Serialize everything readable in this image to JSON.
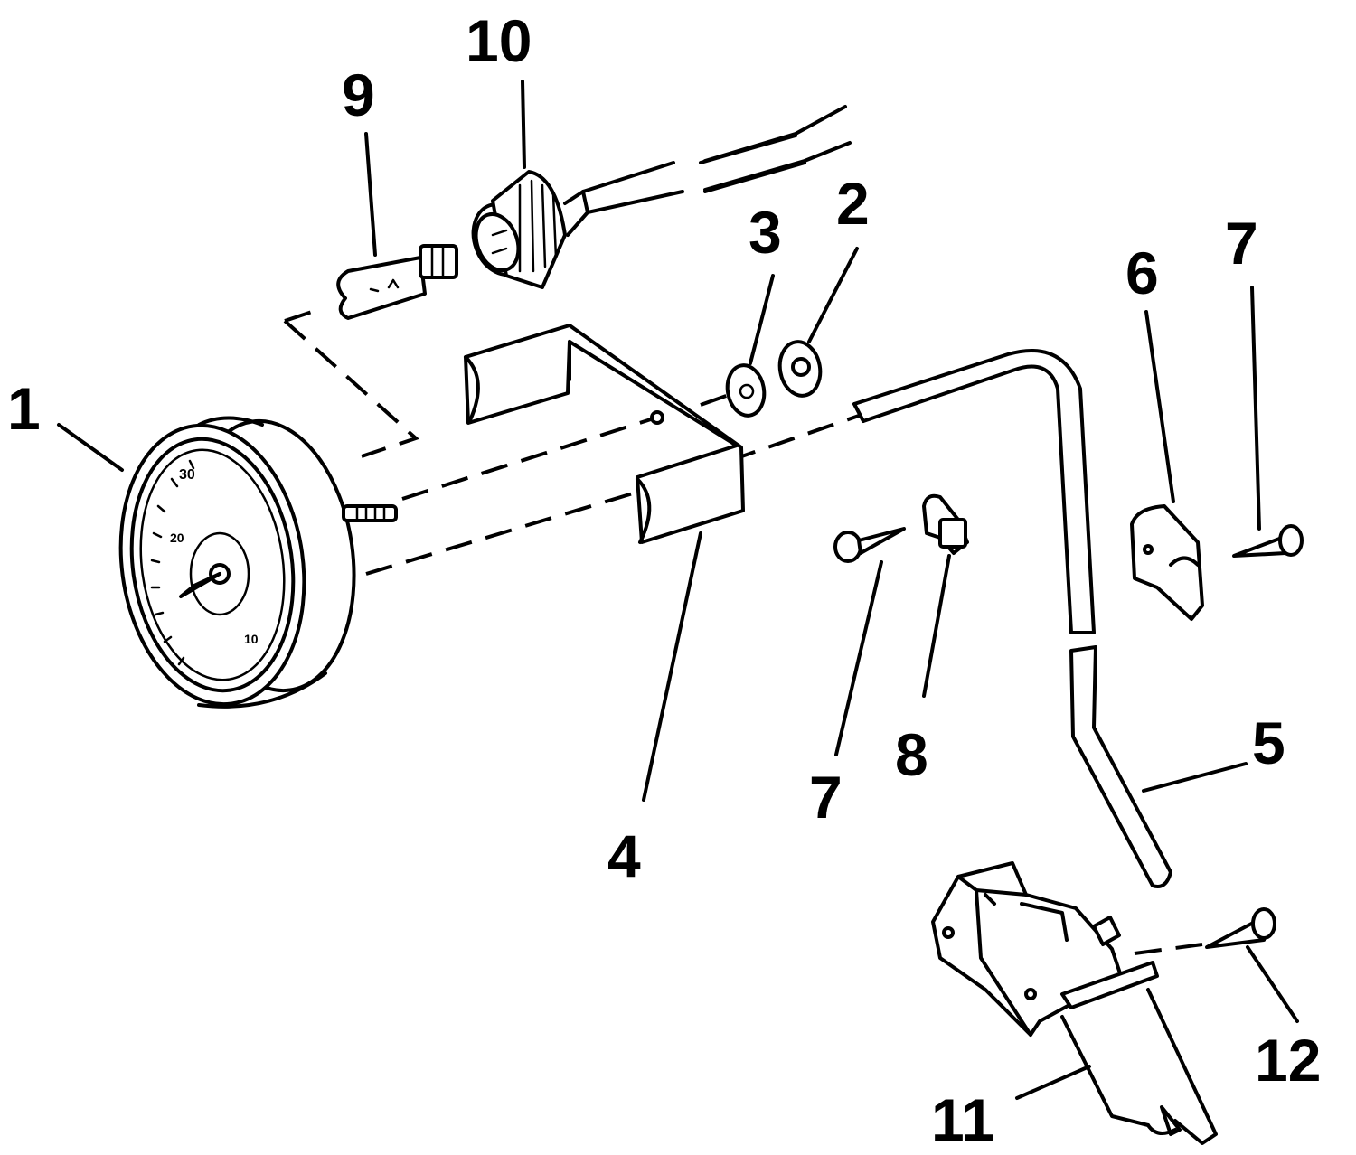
{
  "diagram": {
    "labels": {
      "p1": "1",
      "p2": "2",
      "p3": "3",
      "p4": "4",
      "p5": "5",
      "p6": "6",
      "p7a": "7",
      "p7b": "7",
      "p8": "8",
      "p9": "9",
      "p10": "10",
      "p11": "11",
      "p12": "12"
    },
    "colors": {
      "line": "#000000",
      "background": "#ffffff"
    }
  }
}
